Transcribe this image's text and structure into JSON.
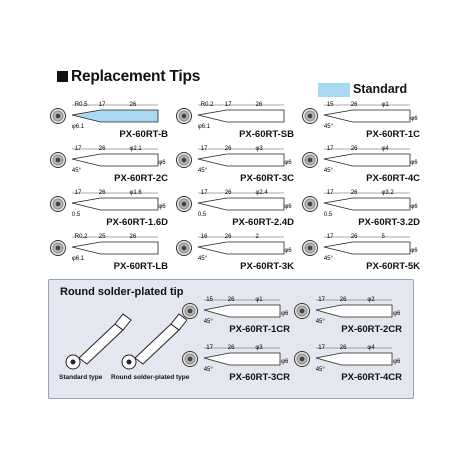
{
  "header": {
    "title": "Replacement Tips"
  },
  "legend": {
    "label": "Standard",
    "color": "#a9d8f2"
  },
  "tips": [
    {
      "name": "PX-60RT-B",
      "dims": [
        "R0.5",
        "17",
        "26",
        "φ6.1"
      ],
      "highlight": true
    },
    {
      "name": "PX-60RT-SB",
      "dims": [
        "R0.2",
        "17",
        "26",
        "φ6.1"
      ]
    },
    {
      "name": "PX-60RT-1C",
      "dims": [
        "15",
        "26",
        "φ1",
        "45°",
        "φ6.1"
      ]
    },
    {
      "name": "PX-60RT-2C",
      "dims": [
        "17",
        "26",
        "φ2.1",
        "45°",
        "φ6.1"
      ]
    },
    {
      "name": "PX-60RT-3C",
      "dims": [
        "17",
        "26",
        "φ3",
        "45°",
        "φ6.1"
      ]
    },
    {
      "name": "PX-60RT-4C",
      "dims": [
        "17",
        "26",
        "φ4",
        "45°",
        "φ6.1"
      ]
    },
    {
      "name": "PX-60RT-1.6D",
      "dims": [
        "17",
        "26",
        "φ1.6",
        "0.5",
        "φ6.1"
      ]
    },
    {
      "name": "PX-60RT-2.4D",
      "dims": [
        "17",
        "26",
        "φ2.4",
        "0.5",
        "φ6.1"
      ]
    },
    {
      "name": "PX-60RT-3.2D",
      "dims": [
        "17",
        "26",
        "φ3.2",
        "0.5",
        "φ6.1"
      ]
    },
    {
      "name": "PX-60RT-LB",
      "dims": [
        "R0.2",
        "25",
        "26",
        "φ6.1"
      ]
    },
    {
      "name": "PX-60RT-3K",
      "dims": [
        "16",
        "26",
        "2",
        "45°",
        "φ6.1"
      ]
    },
    {
      "name": "PX-60RT-5K",
      "dims": [
        "17",
        "26",
        "5",
        "45°",
        "φ6.1"
      ]
    }
  ],
  "round_section": {
    "title": "Round solder-plated tip",
    "caption_standard": "Standard type",
    "caption_round": "Round solder-plated type",
    "tips": [
      {
        "name": "PX-60RT-1CR",
        "dims": [
          "15",
          "26",
          "φ1",
          "45°",
          "φ6.1"
        ]
      },
      {
        "name": "PX-60RT-2CR",
        "dims": [
          "17",
          "26",
          "φ2",
          "45°",
          "φ6.1"
        ]
      },
      {
        "name": "PX-60RT-3CR",
        "dims": [
          "17",
          "26",
          "φ3",
          "45°",
          "φ6.1"
        ]
      },
      {
        "name": "PX-60RT-4CR",
        "dims": [
          "17",
          "26",
          "φ4",
          "45°",
          "φ6.1"
        ]
      }
    ]
  }
}
